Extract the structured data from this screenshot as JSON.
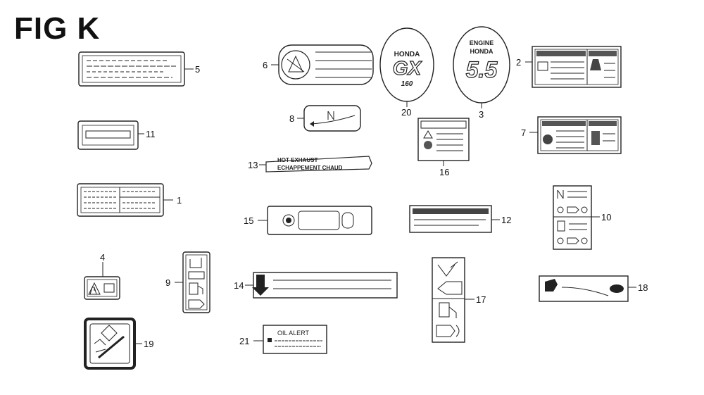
{
  "figure": {
    "title": "FIG K"
  },
  "callouts": [
    "1",
    "2",
    "3",
    "4",
    "5",
    "6",
    "7",
    "8",
    "9",
    "10",
    "11",
    "12",
    "13",
    "14",
    "15",
    "16",
    "17",
    "18",
    "19",
    "20",
    "21"
  ],
  "label_texts": {
    "hot_exhaust_line1": "HOT EXHAUST",
    "hot_exhaust_line2": "ECHAPPEMENT CHAUD",
    "oil_alert": "OIL ALERT",
    "brand": "HONDA",
    "model": "GX",
    "model_sub": "160",
    "hp_top": "ENGINE",
    "hp_value": "5.5"
  }
}
